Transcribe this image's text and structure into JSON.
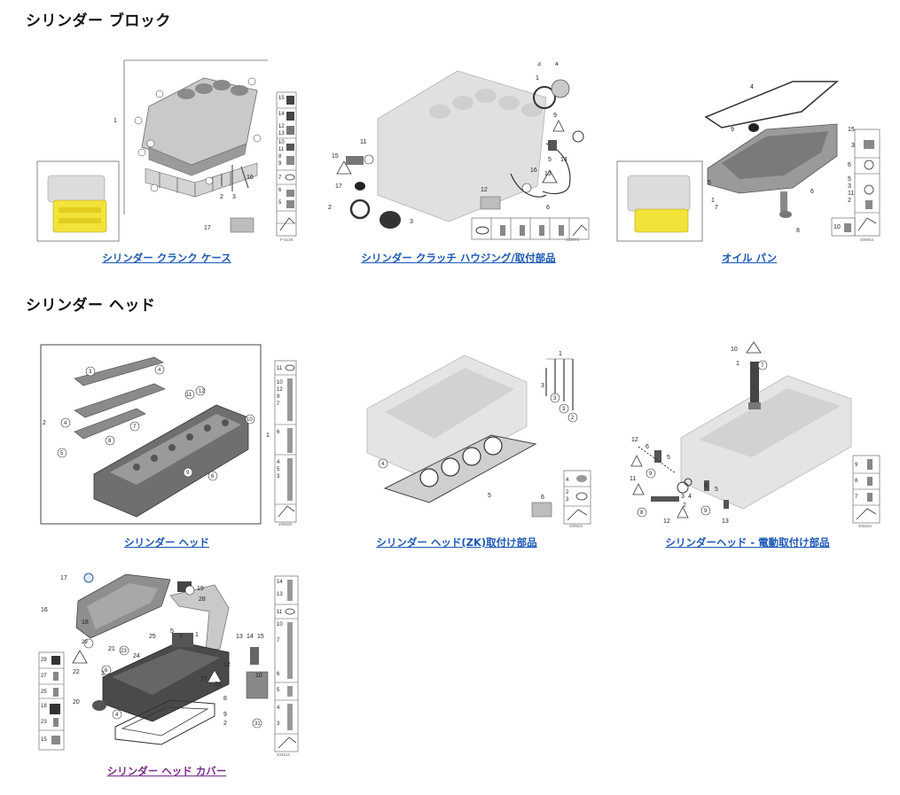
{
  "sections": [
    {
      "title": "シリンダー ブロック",
      "items": [
        {
          "caption": "シリンダー クランク ケース",
          "visited": false,
          "diagram_id": "P 5138"
        },
        {
          "caption": "シリンダー クラッチ ハウジング/取付部品",
          "visited": false,
          "diagram_id": "415873"
        },
        {
          "caption": "オイル パン",
          "visited": false,
          "diagram_id": "209554"
        }
      ]
    },
    {
      "title": "シリンダー ヘッド",
      "items": [
        {
          "caption": "シリンダー ヘッド",
          "visited": false,
          "diagram_id": "209500"
        },
        {
          "caption": "シリンダー ヘッド(ZK)取付け部品",
          "visited": false,
          "diagram_id": "209520"
        },
        {
          "caption": "シリンダーヘッド - 電動取付け部品",
          "visited": false,
          "diagram_id": "405534"
        },
        {
          "caption": "シリンダー ヘッド カバー",
          "visited": true,
          "diagram_id": "403515"
        }
      ]
    }
  ],
  "colors": {
    "link": "#1a57b5",
    "link_visited": "#7a2a8a",
    "part_fill": "#c9c9c9",
    "part_dark": "#6a6a6a",
    "highlight": "#f2e33a"
  }
}
